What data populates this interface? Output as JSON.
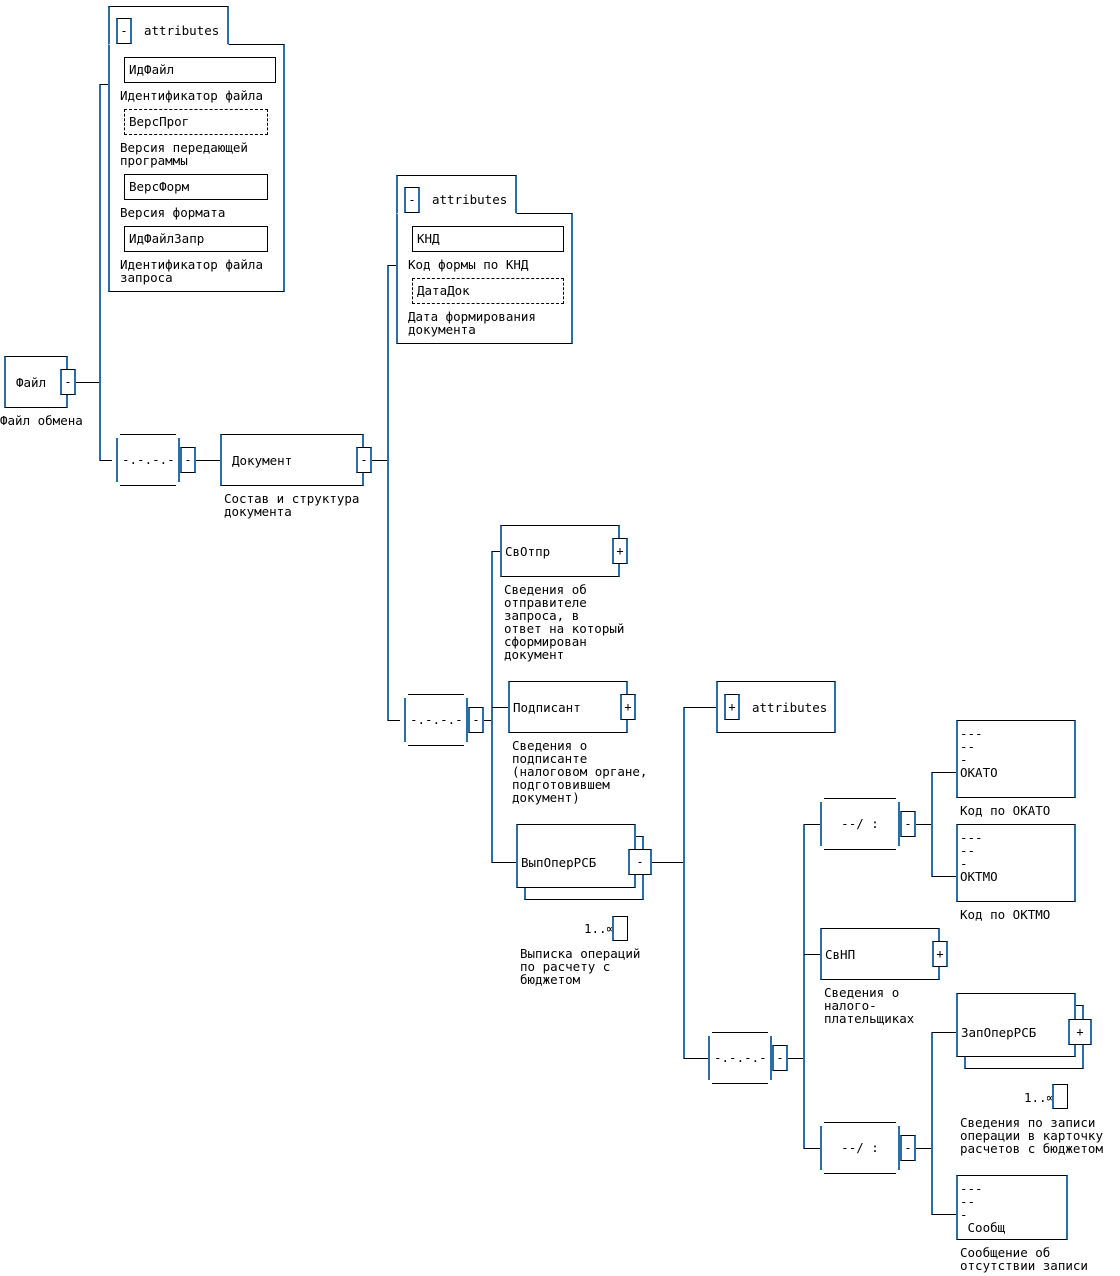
{
  "colors": {
    "line": "#000000",
    "edge": "#2a6fa8"
  },
  "root": {
    "name": "Файл",
    "desc": "Файл обмена",
    "toggle": "-"
  },
  "attrs1": {
    "title": "attributes",
    "toggle": "-",
    "items": [
      {
        "name": "ИдФайл",
        "desc": "Идентификатор файла"
      },
      {
        "name": "ВерсПрог",
        "desc": "Версия передающей\nпрограммы"
      },
      {
        "name": "ВерсФорм",
        "desc": "Версия формата"
      },
      {
        "name": "ИдФайлЗапр",
        "desc": "Идентификатор файла\nзапроса"
      }
    ]
  },
  "seq1": {
    "glyph": "-.-.-.-",
    "toggle": "-"
  },
  "document": {
    "name": "Документ",
    "desc": "Состав и структура\nдокумента",
    "toggle": "-"
  },
  "attrs2": {
    "title": "attributes",
    "toggle": "-",
    "items": [
      {
        "name": "КНД",
        "desc": "Код формы по КНД"
      },
      {
        "name": "ДатаДок",
        "desc": "Дата формирования\nдокумента"
      }
    ]
  },
  "seq2": {
    "glyph": "-.-.-.-",
    "toggle": "-"
  },
  "svotpr": {
    "name": "СвОтпр",
    "desc": "Сведения об\nотправителе\nзапроса, в\nответ на который\nсформирован\nдокумент",
    "toggle": "+"
  },
  "podpisant": {
    "name": "Подписант",
    "desc": "Сведения о\nподписанте\n(налоговом органе,\nподготовившем\nдокумент)",
    "toggle": "+"
  },
  "vypoper": {
    "name": "ВыпОперРСБ",
    "desc": "Выписка операций\nпо расчету с\nбюджетом",
    "toggle": "-",
    "occurs": "1..∞"
  },
  "attrs3": {
    "title": "attributes",
    "toggle": "+"
  },
  "seq3": {
    "glyph": "-.-.-.-",
    "toggle": "-"
  },
  "choice1": {
    "glyph": "--/ :",
    "toggle": "-"
  },
  "okato": {
    "name": "---\n--\n-\nОКАТО",
    "desc": "Код по ОКАТО"
  },
  "oktmo": {
    "name": "---\n--\n-\nОКТМО",
    "desc": "Код по ОКТМО"
  },
  "svnp": {
    "name": "СвНП",
    "desc": "Сведения о\nналого-\nплательщиках",
    "toggle": "+"
  },
  "choice2": {
    "glyph": "--/ :",
    "toggle": "-"
  },
  "zapoper": {
    "name": "ЗапОперРСБ",
    "desc": "Сведения по записи\nоперации в карточку\nрасчетов с бюджетом",
    "toggle": "+",
    "occurs": "1..∞"
  },
  "soobsh": {
    "name": "---\n--\n-\n Сообщ",
    "desc": "Сообщение об\nотсутствии записи"
  }
}
